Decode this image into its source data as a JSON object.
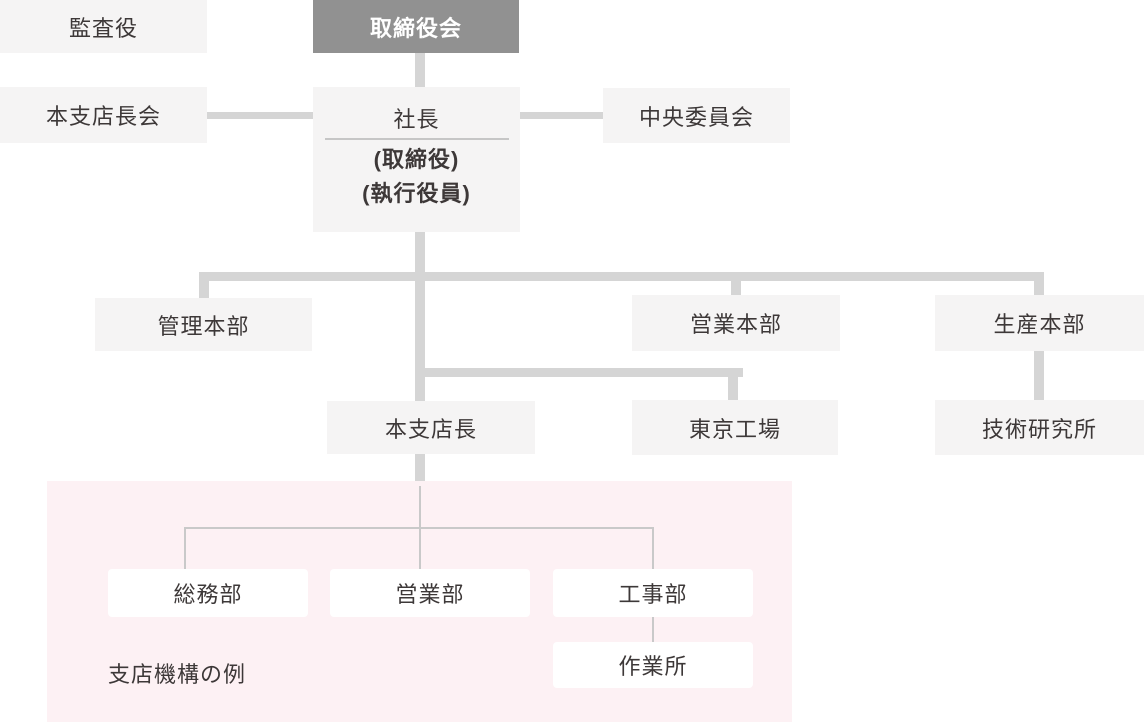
{
  "diagram": {
    "type": "org-chart",
    "nodes": {
      "auditor": {
        "label": "監査役"
      },
      "board": {
        "label": "取締役会"
      },
      "branch_managers_meeting": {
        "label": "本支店長会"
      },
      "president": {
        "label": "社長",
        "note1": "(取締役)",
        "note2": "(執行役員)"
      },
      "central_committee": {
        "label": "中央委員会"
      },
      "admin_hq": {
        "label": "管理本部"
      },
      "sales_hq": {
        "label": "営業本部"
      },
      "production_hq": {
        "label": "生産本部"
      },
      "branch_manager": {
        "label": "本支店長"
      },
      "tokyo_factory": {
        "label": "東京工場"
      },
      "tech_lab": {
        "label": "技術研究所"
      },
      "general_affairs_dept": {
        "label": "総務部"
      },
      "sales_dept": {
        "label": "営業部"
      },
      "construction_dept": {
        "label": "工事部"
      },
      "work_site": {
        "label": "作業所"
      },
      "branch_example_caption": {
        "label": "支店機構の例"
      }
    },
    "edges": [
      {
        "from": "board",
        "to": "president"
      },
      {
        "from": "branch_managers_meeting",
        "to": "president"
      },
      {
        "from": "president",
        "to": "central_committee"
      },
      {
        "from": "president",
        "to": "admin_hq"
      },
      {
        "from": "president",
        "to": "sales_hq"
      },
      {
        "from": "president",
        "to": "production_hq"
      },
      {
        "from": "president",
        "to": "branch_manager"
      },
      {
        "from": "president",
        "to": "tokyo_factory"
      },
      {
        "from": "production_hq",
        "to": "tech_lab"
      },
      {
        "from": "branch_manager",
        "to": "general_affairs_dept"
      },
      {
        "from": "branch_manager",
        "to": "sales_dept"
      },
      {
        "from": "branch_manager",
        "to": "construction_dept"
      },
      {
        "from": "construction_dept",
        "to": "work_site"
      }
    ],
    "colors": {
      "node_bg": "#f5f4f4",
      "node_dark_bg": "#919191",
      "node_text": "#3d3838",
      "thick_line": "#d5d5d5",
      "thin_line": "#c9c9c9",
      "panel_bg": "#fdf1f4",
      "white_node_bg": "#ffffff"
    }
  }
}
